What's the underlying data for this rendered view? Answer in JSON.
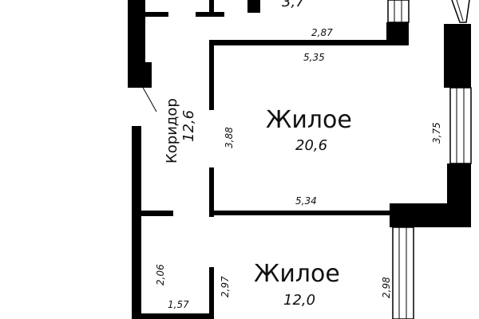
{
  "rooms": {
    "top_small": {
      "area": "3,7"
    },
    "living_1": {
      "name": "Жилое",
      "area": "20,6"
    },
    "living_2": {
      "name": "Жилое",
      "area": "12,0"
    },
    "corridor": {
      "name": "Коридор",
      "area": "12,6"
    }
  },
  "dimensions": {
    "d287": "2,87",
    "d535": "5,35",
    "d388": "3,88",
    "d375": "3,75",
    "d534": "5,34",
    "d206": "2,06",
    "d297": "2,97",
    "d157": "1,57",
    "d298": "2,98"
  },
  "colors": {
    "wall": "#000000",
    "background": "#ffffff"
  }
}
